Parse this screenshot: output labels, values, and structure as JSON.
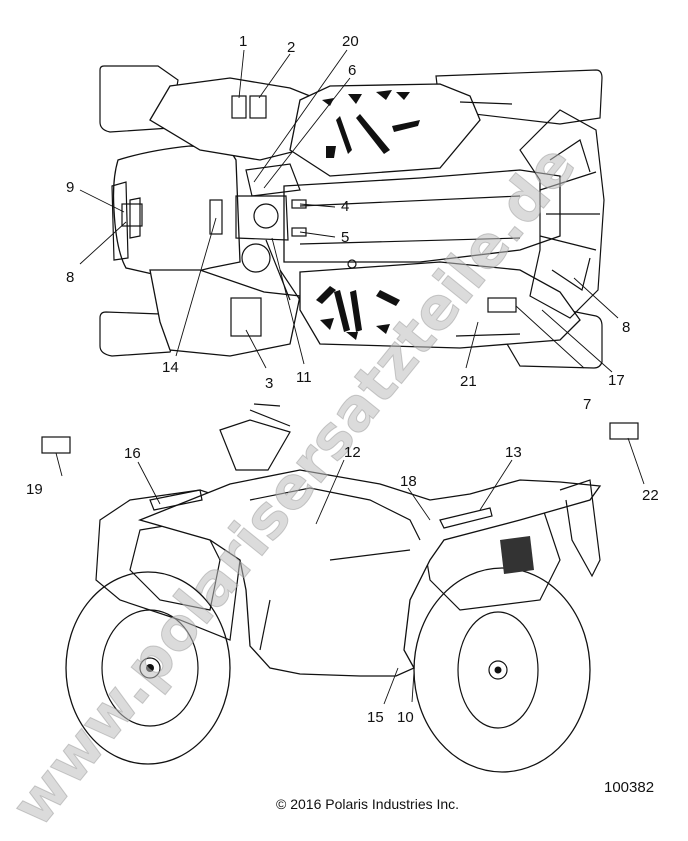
{
  "callouts": [
    "1",
    "2",
    "20",
    "6",
    "9",
    "8",
    "4",
    "5",
    "14",
    "3",
    "11",
    "8",
    "21",
    "7",
    "17",
    "19",
    "16",
    "12",
    "18",
    "13",
    "22",
    "15",
    "10"
  ],
  "watermark": "www.polarisersatzteile.de",
  "copyright": "© 2016 Polaris Industries Inc.",
  "figure_number": "100382"
}
